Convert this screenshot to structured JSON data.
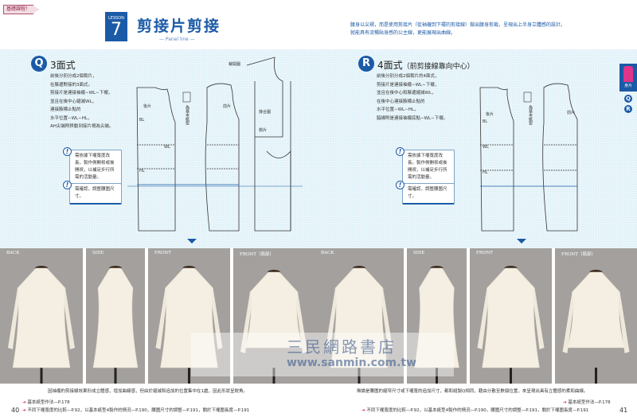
{
  "header": {
    "tag": "基礎課程！",
    "lesson_label": "LESSON",
    "lesson_number": "7",
    "title": "剪接片剪接",
    "subtitle": "— Panel line —",
    "intro": [
      "腰身以尖褶，而是使用剪接片（從袖襱到下襬的剪接線）做出腰身剪裁，呈現出上半身立體感的設計。",
      "就能具有流暢貼身感的公主線，更能展現出曲線。"
    ]
  },
  "section_q": {
    "badge": "Q",
    "heading": "3面式",
    "desc": [
      "前後分別分成2個裁片，",
      "在腋邊對接的3面式。",
      "剪接片是連接袖襱∼WL∼下襬，",
      "並且在後中心縮減WL，",
      "連接腋標止點的",
      "水平位置∼WL∼HL，",
      "AH尖端則移動到接片視為尖端。"
    ],
    "notes": [
      "需依據下襬寬度改長，製作側開衩或後開衩，以補足步行所需的活動量。",
      "需確認，調整腰圍尺寸。"
    ],
    "labels": {
      "cut": "裁開圖",
      "join": "接合圖",
      "back": "後片",
      "front": "前片",
      "side": "側片",
      "base": "為基本紙型",
      "bl": "BL",
      "wl": "WL",
      "hl": "HL"
    }
  },
  "section_r": {
    "badge": "R",
    "heading": "4面式",
    "heading_note": "（前剪接線靠向中心）",
    "desc": [
      "前後分別分成2個裁片的4面式，",
      "剪接片是連接袖襱∼WL∼下襬，",
      "並且在後中心和腋邊縮減WL，",
      "在後中心連接腋標止點的",
      "水平位置∼WL∼HL，",
      "脇線則是連接袖襱底點∼WL∼下襬。"
    ],
    "notes": [
      "需依據下襬寬度改長，製作側開衩或後開衩，以補足步行所需的活動量。",
      "需確認，調整腰圍尺寸。"
    ],
    "labels": {
      "back": "後片",
      "front": "前片",
      "base": "為基本紙型",
      "bl": "BL",
      "wl": "WL",
      "hl": "HL"
    }
  },
  "photos": [
    "BACK",
    "SIDE",
    "FRONT",
    "FRONT（局部）",
    "BACK",
    "SIDE",
    "FRONT",
    "FRONT（局部）"
  ],
  "captions": {
    "left": "因袖襱的剪接線效果形成立體感，增加曲線感，但由於縮減和追加的位置集中在1處，因此形狀呈鋭角。",
    "right": "無論是腰圍的縮窄尺寸或下襬寬的追加尺寸，都和縫製Q相同，藉由分散至數個位置，來呈現出具有立體感的柔和曲線。"
  },
  "links": {
    "basic": "基本紙型作法—P.178",
    "compare": "不同下襬寬度的比較—P.92，以基本紙型4製作的情況—P.190，腰圍尺寸的調整—P.191，關於下襬圍長度—P.191"
  },
  "pages": {
    "left": "40",
    "right": "41"
  },
  "side_tab": {
    "label": "身片",
    "items": [
      "Q",
      "R"
    ]
  },
  "watermark": {
    "name": "三民網路書店",
    "url": "www.sanmin.com.tw"
  },
  "colors": {
    "accent": "#1b5aa6",
    "pink": "#d6246e",
    "pattern_bg": "#e8f5fa",
    "photo_bg": "#a3a09e"
  }
}
